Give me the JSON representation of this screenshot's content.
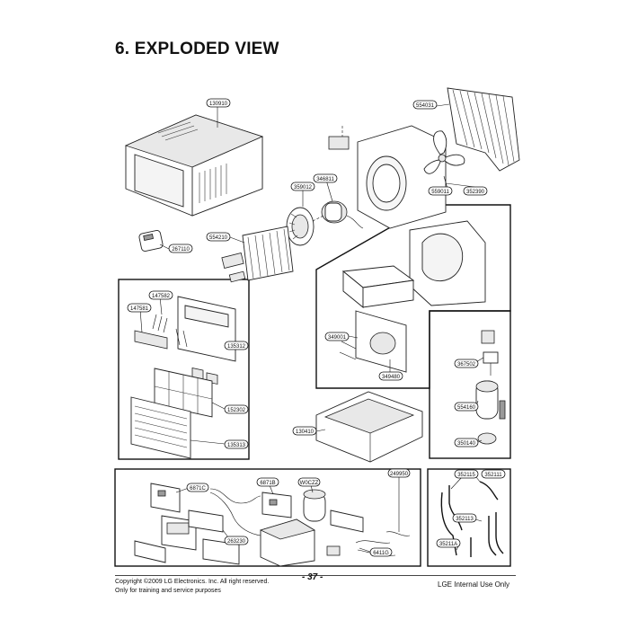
{
  "title": "6. EXPLODED VIEW",
  "labels": {
    "case": "130910",
    "condenser": "554031",
    "fan_prop": "559011",
    "shroud": "352390",
    "motor_mount": "346811",
    "blower": "359012",
    "remote": "267110",
    "evaporator": "554210",
    "grille_left": "147581",
    "grille_right": "147582",
    "front_panel": "135312",
    "filter": "152302",
    "front_grille": "135313",
    "scroll": "349001",
    "orifice": "349480",
    "base": "130410",
    "relay": "367502",
    "compressor": "554160",
    "foot": "350140",
    "pcb_main": "6871C",
    "pcb_sub": "6871B",
    "capacitor": "W0CZZ",
    "control_box": "249950",
    "harness": "263230",
    "thermistor": "6411G",
    "pipe_a": "352115",
    "pipe_b": "352111",
    "pipe_c": "352113",
    "pipe_d": "35211A"
  },
  "footer": {
    "copyright": "Copyright ©2009 LG Electronics. Inc. All right reserved.",
    "training": "Only for training and service purposes",
    "page_number": "- 37 -",
    "internal": "LGE Internal Use Only"
  }
}
